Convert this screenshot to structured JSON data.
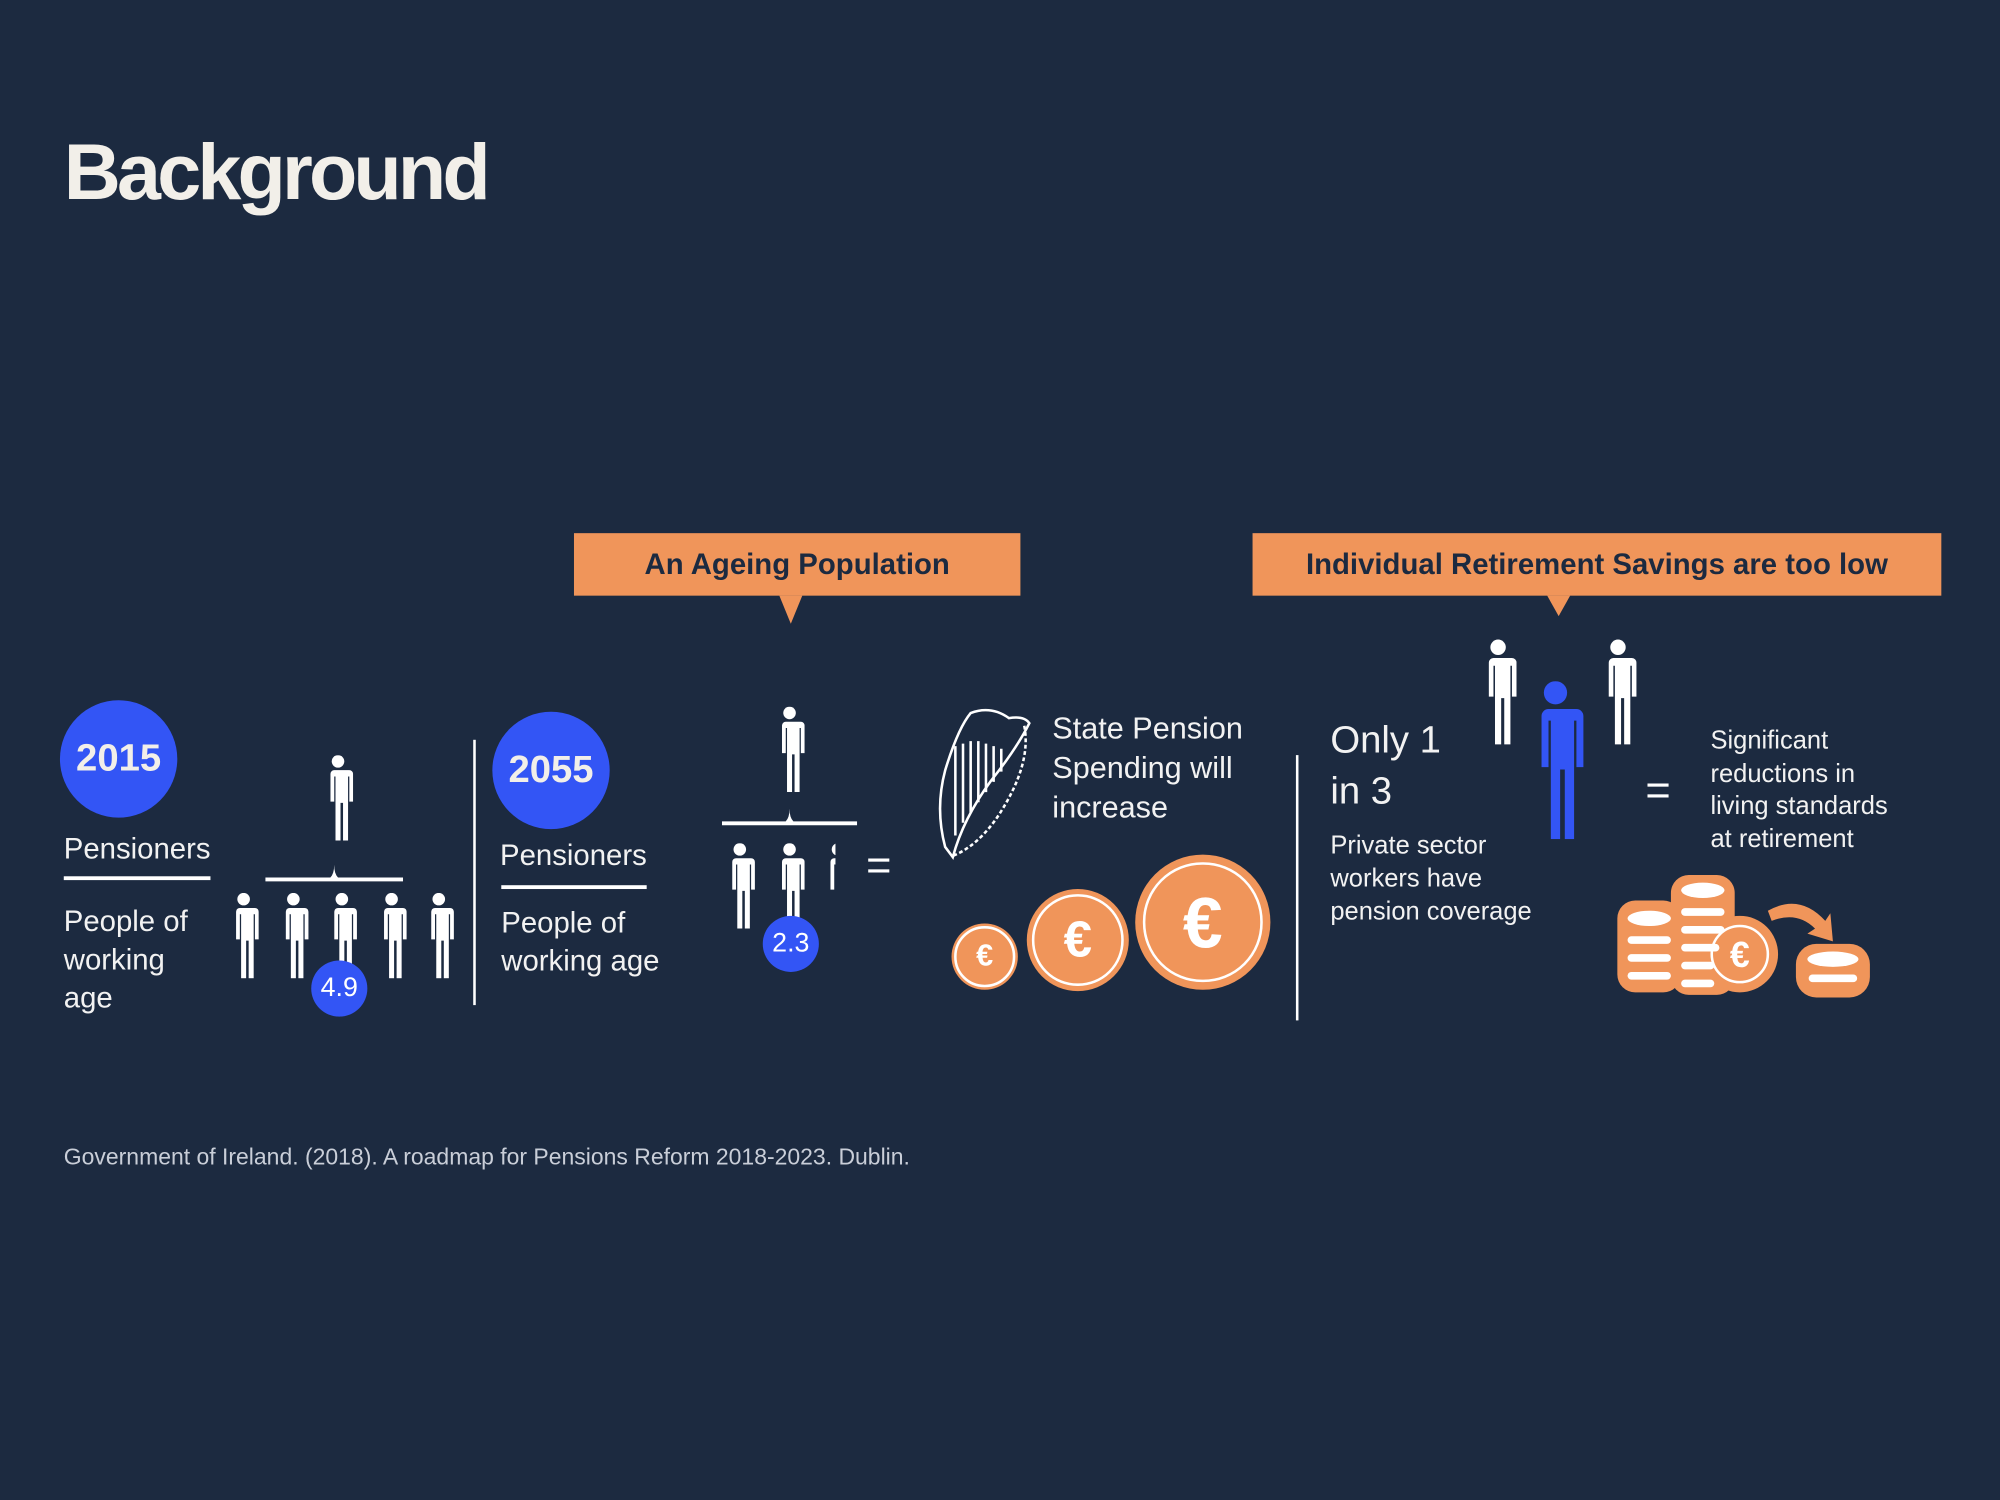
{
  "title": "Background",
  "banners": {
    "ageing": "An Ageing Population",
    "savings": "Individual Retirement Savings are too low"
  },
  "year_2015": {
    "year": "2015",
    "pensioners": "Pensioners",
    "working_age": [
      "People of",
      "working",
      "age"
    ],
    "ratio": "4.9"
  },
  "year_2055": {
    "year": "2055",
    "pensioners": "Pensioners",
    "working_age": [
      "People of",
      "working age"
    ],
    "ratio": "2.3"
  },
  "equals": "=",
  "state_pension": [
    "State Pension",
    "Spending will",
    "increase"
  ],
  "coverage": {
    "headline": [
      "Only 1",
      "in 3"
    ],
    "detail": [
      "Private sector",
      "workers have",
      "pension coverage"
    ]
  },
  "reductions": [
    "Significant",
    "reductions in",
    "living standards",
    "at retirement"
  ],
  "euro_symbol": "€",
  "citation": "Government of Ireland. (2018). A roadmap for Pensions Reform 2018-2023. Dublin.",
  "colors": {
    "background": "#1c2a40",
    "blue": "#3355f5",
    "orange": "#f0955a"
  }
}
